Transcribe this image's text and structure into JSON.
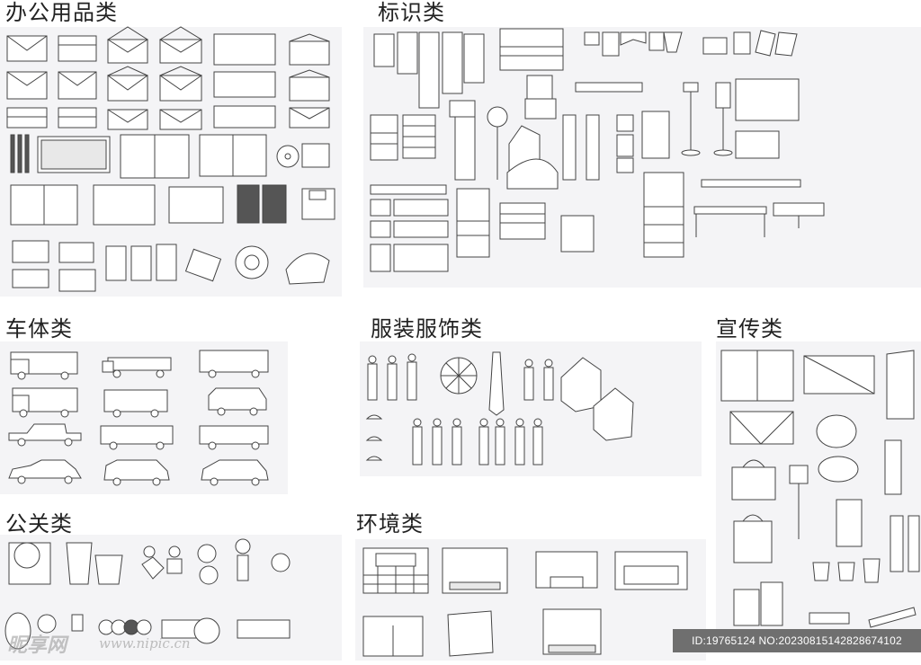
{
  "sections": {
    "office": "办公用品类",
    "signage": "标识类",
    "vehicles": "车体类",
    "apparel": "服装服饰类",
    "promo": "宣传类",
    "pr": "公关类",
    "environment": "环境类"
  },
  "watermark": {
    "brand": "昵享网",
    "url": "www.nipic.cn"
  },
  "id_bar": "ID:19765124 NO:20230815142828674102",
  "colors": {
    "line": "#444444",
    "panel": "#f4f4f6",
    "id_bar_bg": "#6f6f6f"
  }
}
